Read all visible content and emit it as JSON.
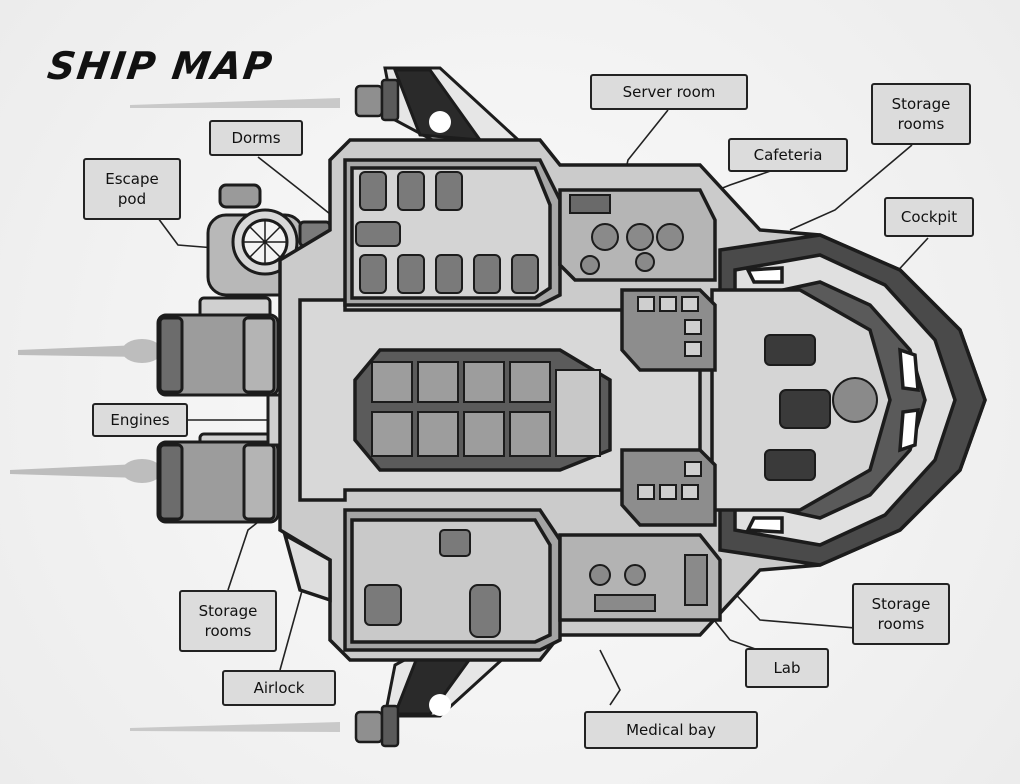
{
  "title": "SHIP MAP",
  "labels": {
    "server_room": "Server room",
    "storage_top": "Storage\nrooms",
    "dorms": "Dorms",
    "cafeteria": "Cafeteria",
    "escape_pod": "Escape\npod",
    "cockpit": "Cockpit",
    "engines": "Engines",
    "storage_left": "Storage\nrooms",
    "storage_right": "Storage\nrooms",
    "lab": "Lab",
    "airlock": "Airlock",
    "medical_bay": "Medical bay"
  },
  "colors": {
    "outline": "#1c1c1c",
    "hull_light": "#cfcfcf",
    "hull_mid": "#9a9a9a",
    "hull_dark": "#3a3a3a",
    "floor": "#c6c6c6",
    "label_fill": "#dcdcdc"
  }
}
